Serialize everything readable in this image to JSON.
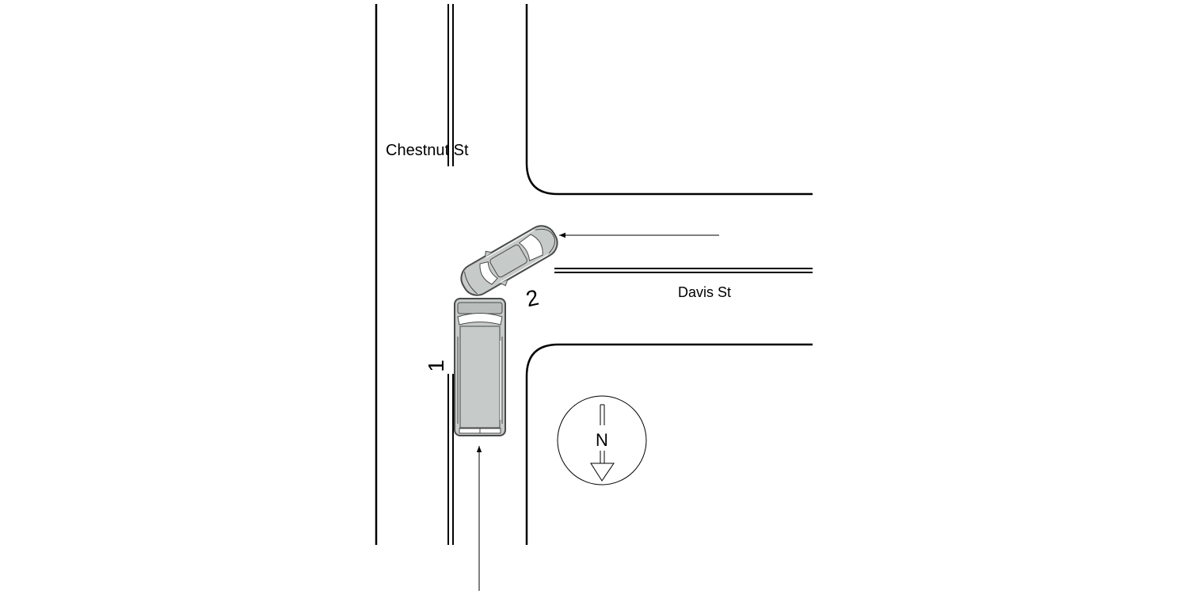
{
  "streets": {
    "north_south": "Chestnut St",
    "east_west": "Davis St"
  },
  "vehicles": [
    {
      "label": "1",
      "kind": "van"
    },
    {
      "label": "2",
      "kind": "car"
    }
  ],
  "compass": {
    "label": "N"
  },
  "colors": {
    "line": "#000000",
    "vehicle_fill": "#c6cbca",
    "vehicle_outline": "#4a4a4a",
    "window_fill": "#ffffff"
  }
}
